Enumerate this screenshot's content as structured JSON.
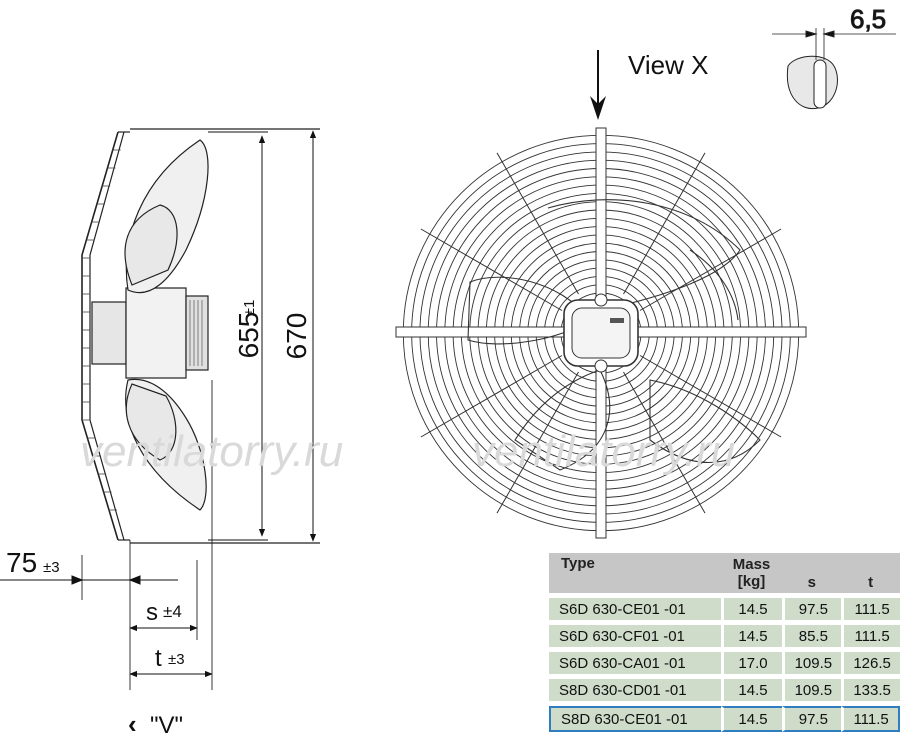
{
  "dimensions": {
    "side_inner_diameter": "655",
    "side_inner_tol": "±1",
    "side_outer_diameter": "670",
    "offset": "75",
    "offset_tol": "±3",
    "s_label": "s",
    "s_tol": "±4",
    "t_label": "t",
    "t_tol": "±3",
    "detail_thickness": "6,5"
  },
  "labels": {
    "view_x": "View X",
    "view_v": "\"V\"",
    "view_v_arrow": "‹"
  },
  "watermark": {
    "left": "ventilatorry.ru",
    "right": "ventilatorry.ru"
  },
  "table": {
    "headers": {
      "type": "Type",
      "mass_line1": "Mass",
      "mass_line2": "[kg]",
      "s": "s",
      "t": "t"
    },
    "rows": [
      {
        "type": "S6D 630-CE01 -01",
        "mass": "14.5",
        "s": "97.5",
        "t": "111.5",
        "selected": false
      },
      {
        "type": "S6D 630-CF01 -01",
        "mass": "14.5",
        "s": "85.5",
        "t": "111.5",
        "selected": false
      },
      {
        "type": "S6D 630-CA01 -01",
        "mass": "17.0",
        "s": "109.5",
        "t": "126.5",
        "selected": false
      },
      {
        "type": "S8D 630-CD01 -01",
        "mass": "14.5",
        "s": "109.5",
        "t": "133.5",
        "selected": false
      },
      {
        "type": "S8D 630-CE01 -01",
        "mass": "14.5",
        "s": "97.5",
        "t": "111.5",
        "selected": true
      }
    ],
    "highlight_color": "#2f7fc0",
    "header_color": "#c6c6c6",
    "row_color": "#cfdcca"
  }
}
